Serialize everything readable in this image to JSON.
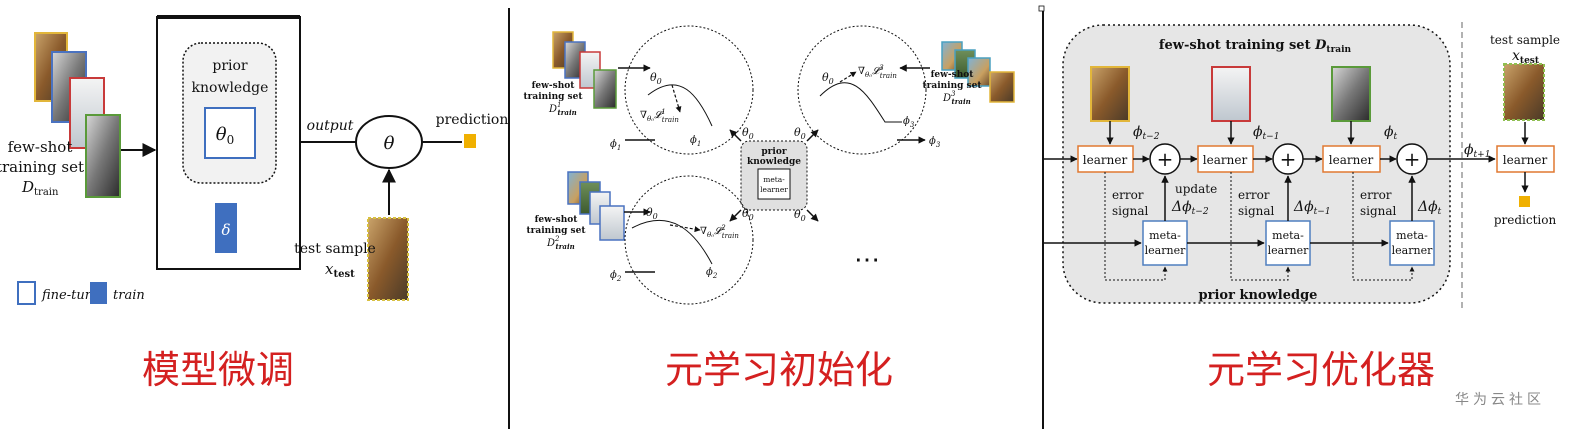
{
  "panel1": {
    "caption": "模型微调",
    "fewshot_line1": "few-shot",
    "fewshot_line2": "training set",
    "dtrain": "D",
    "dtrain_sub": "train",
    "prior_line1": "prior",
    "prior_line2": "knowledge",
    "theta0": "θ",
    "theta0_sub": "0",
    "delta": "δ",
    "output": "output",
    "theta": "θ",
    "prediction": "prediction",
    "test_sample": "test sample",
    "xtest": "x",
    "xtest_sub": "test",
    "legend_finetune": "fine-tune",
    "legend_train": "train"
  },
  "panel2": {
    "caption": "元学习初始化",
    "fs1_l1": "few-shot",
    "fs1_l2": "training set",
    "fs1_d": "D",
    "fs1_sup": "1",
    "fs1_sub": "train",
    "fs2_l1": "few-shot",
    "fs2_l2": "training set",
    "fs2_d": "D",
    "fs2_sup": "2",
    "fs2_sub": "train",
    "fs3_l1": "few-shot",
    "fs3_l2": "training set",
    "fs3_d": "D",
    "fs3_sup": "3",
    "fs3_sub": "train",
    "theta0": "θ",
    "theta0_sub": "0",
    "grad1": "∇",
    "grad1_sub": "θ₀",
    "loss1": "𝓛",
    "loss1_sup": "1",
    "loss1_sub": "train",
    "grad2": "∇",
    "grad2_sub": "θ₀",
    "loss2": "𝓛",
    "loss2_sup": "2",
    "loss2_sub": "train",
    "grad3": "∇",
    "grad3_sub": "θ₀",
    "loss3": "𝓛",
    "loss3_sup": "3",
    "loss3_sub": "train",
    "phi": "ϕ",
    "phi1_sub": "1",
    "phi2_sub": "2",
    "phi3_sub": "3",
    "prior_l1": "prior",
    "prior_l2": "knowledge",
    "meta_l1": "meta-",
    "meta_l2": "learner",
    "ellipsis": "⋯"
  },
  "panel3": {
    "caption": "元学习优化器",
    "title": "few-shot training set",
    "title_d": "D",
    "title_sub": "train",
    "learner": "learner",
    "phi": "ϕ",
    "phi_subs": [
      "t−2",
      "t−1",
      "t",
      "t+1"
    ],
    "error1": "error",
    "error2": "signal",
    "update": "update",
    "delta_phi": "Δϕ",
    "delta_subs": [
      "t−2",
      "t−1",
      "t"
    ],
    "meta_l1": "meta-",
    "meta_l2": "learner",
    "prior_knowledge": "prior knowledge",
    "test_sample": "test sample",
    "xtest": "x",
    "xtest_sub": "test",
    "prediction": "prediction"
  },
  "watermark": "华为云社区",
  "colors": {
    "caption_red": "#d42020",
    "train_blue": "#3f6fbf",
    "learner_orange": "#e07830",
    "meta_blue": "#4f7fbf",
    "pred_yellow": "#f0b000",
    "prior_gray": "#e6e6e6"
  }
}
